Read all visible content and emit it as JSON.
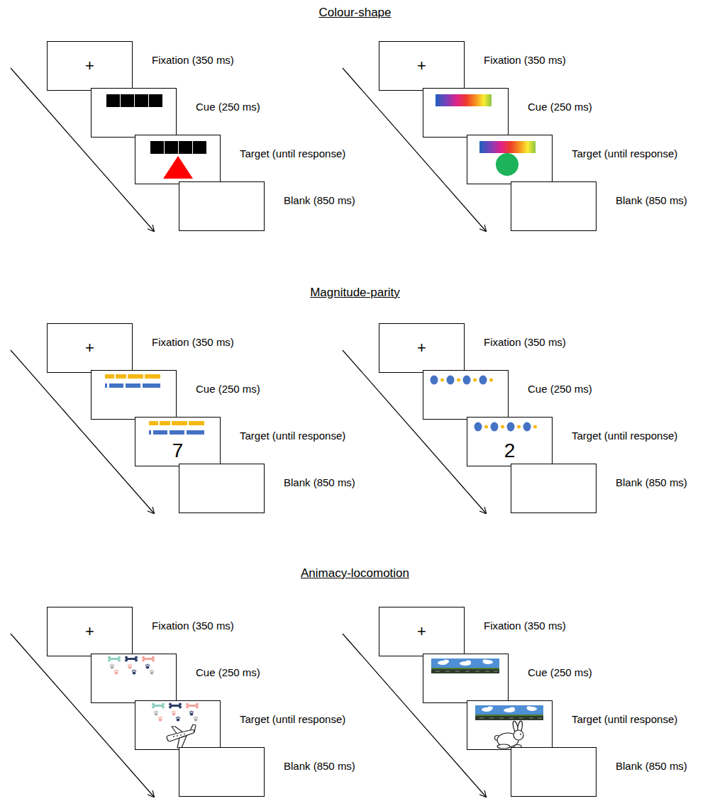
{
  "diagram": {
    "nodes": [
      {
        "text": [
          "+",
          "Fixation (350 ms)"
        ]
      },
      {
        "text": [
          "Cue (250 ms)"
        ]
      },
      {
        "text": [
          "Target (until response)"
        ]
      },
      {
        "text": [
          "Blank (850 ms)"
        ]
      },
      {
        "text": [
          "+",
          "Fixation (350 ms)"
        ]
      },
      {
        "text": [
          "Cue (250 ms)"
        ]
      },
      {
        "text": [
          "Target (until response)"
        ]
      },
      {
        "text": [
          "Blank (850 ms)"
        ]
      },
      {
        "text": [
          "+",
          "Fixation (350 ms)"
        ]
      },
      {
        "text": [
          "Cue (250 ms)"
        ]
      },
      {
        "text": [
          "7",
          "Target (until response)"
        ]
      },
      {
        "text": [
          "Blank (850 ms)"
        ]
      },
      {
        "text": [
          "+",
          "Fixation (350 ms)"
        ]
      },
      {
        "text": [
          "Cue (250 ms)"
        ]
      },
      {
        "text": [
          "2",
          "Target (until response)"
        ]
      },
      {
        "text": [
          "Blank (850 ms)"
        ]
      },
      {
        "text": [
          "+",
          "Fixation (350 ms)"
        ]
      },
      {
        "text": [
          "Cue (250 ms)"
        ]
      },
      {
        "text": [
          "Target (until response)"
        ]
      },
      {
        "text": [
          "Blank (850 ms)"
        ]
      },
      {
        "text": [
          "+",
          "Fixation (350 ms)"
        ]
      },
      {
        "text": [
          "Cue (250 ms)"
        ]
      },
      {
        "text": [
          "Target (until response)"
        ]
      },
      {
        "text": [
          "Blank (850 ms)"
        ]
      }
    ],
    "labels": [
      "Colour-shape",
      "Magnitude-parity",
      "Animacy-locomotion"
    ]
  }
}
